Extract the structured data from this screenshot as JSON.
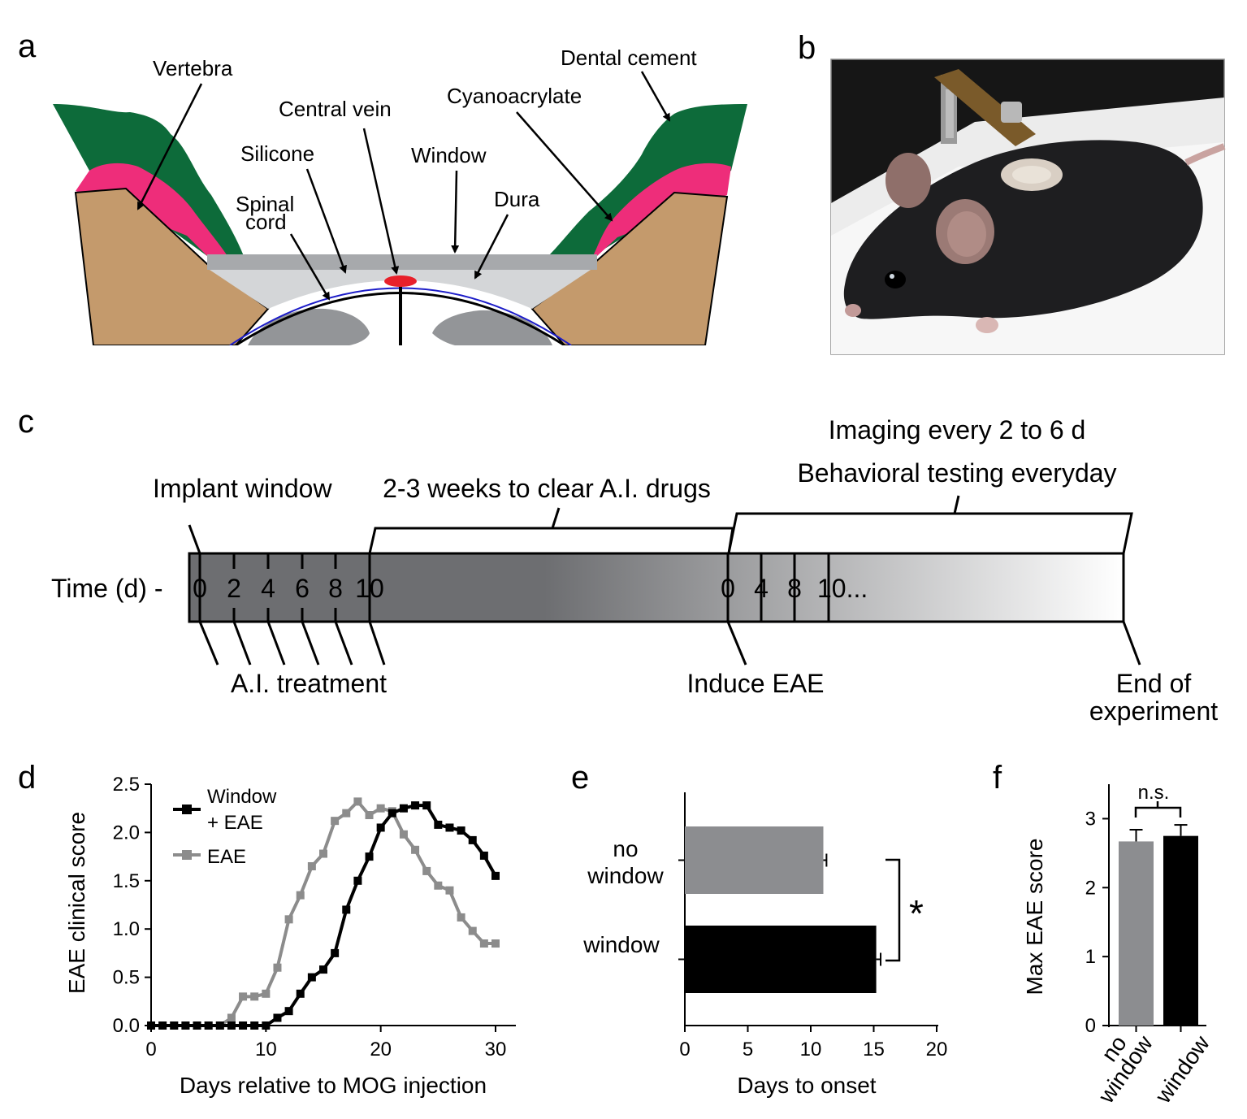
{
  "panels": {
    "a": {
      "letter": "a",
      "labels": {
        "vertebra": "Vertebra",
        "central_vein": "Central vein",
        "silicone": "Silicone",
        "window": "Window",
        "spinal_cord_1": "Spinal",
        "spinal_cord_2": "cord",
        "dura": "Dura",
        "cyanoacrylate": "Cyanoacrylate",
        "dental_cement": "Dental cement"
      },
      "colors": {
        "bone": "#c49a6c",
        "cement": "#0d6b3a",
        "glue": "#ee2d7a",
        "silicone": "#d4d6d8",
        "window": "#a7a9ac",
        "cord": "#939598",
        "dura": "#1c1cc8",
        "vein": "#e8202a"
      }
    },
    "b": {
      "letter": "b"
    },
    "c": {
      "letter": "c",
      "top_labels": {
        "implant": "Implant window",
        "clear": "2-3 weeks to clear A.I. drugs",
        "imaging": "Imaging every 2 to 6 d",
        "behavior": "Behavioral testing everyday"
      },
      "time_label": "Time (d) -",
      "ticks_first": [
        "0",
        "2",
        "4",
        "6",
        "8",
        "10"
      ],
      "ticks_second": [
        "0",
        "4",
        "8",
        "10..."
      ],
      "bottom_labels": {
        "treatment": "A.I. treatment",
        "induce": "Induce EAE",
        "end_1": "End of",
        "end_2": "experiment"
      }
    },
    "d": {
      "letter": "d"
    },
    "e": {
      "letter": "e"
    },
    "f": {
      "letter": "f"
    }
  },
  "chart_data": [
    {
      "panel": "d",
      "type": "line",
      "xlabel": "Days relative to MOG injection",
      "ylabel": "EAE clinical score",
      "xlim": [
        0,
        30
      ],
      "ylim": [
        0,
        2.5
      ],
      "xticks": [
        "0",
        "10",
        "20",
        "30"
      ],
      "yticks": [
        "0.0",
        "0.5",
        "1.0",
        "1.5",
        "2.0",
        "2.5"
      ],
      "legend_position": "top-left",
      "x": [
        0,
        1,
        2,
        3,
        4,
        5,
        6,
        7,
        8,
        9,
        10,
        11,
        12,
        13,
        14,
        15,
        16,
        17,
        18,
        19,
        20,
        21,
        22,
        23,
        24,
        25,
        26,
        27,
        28,
        29,
        30
      ],
      "series": [
        {
          "name_line1": "Window",
          "name_line2": "+ EAE",
          "color": "#000000",
          "values": [
            0,
            0,
            0,
            0,
            0,
            0,
            0,
            0,
            0,
            0,
            0,
            0.08,
            0.15,
            0.33,
            0.5,
            0.58,
            0.75,
            1.2,
            1.5,
            1.75,
            2.05,
            2.2,
            2.25,
            2.28,
            2.28,
            2.08,
            2.05,
            2.02,
            1.92,
            1.76,
            1.55
          ]
        },
        {
          "name": "EAE",
          "color": "#8c8c8c",
          "values": [
            0,
            0,
            0,
            0,
            0,
            0,
            0,
            0.08,
            0.3,
            0.3,
            0.33,
            0.6,
            1.1,
            1.35,
            1.65,
            1.78,
            2.12,
            2.2,
            2.32,
            2.18,
            2.25,
            2.22,
            1.98,
            1.82,
            1.6,
            1.45,
            1.4,
            1.12,
            0.98,
            0.85,
            0.85
          ]
        }
      ]
    },
    {
      "panel": "e",
      "type": "bar",
      "orientation": "horizontal",
      "xlabel": "Days to onset",
      "xlim": [
        0,
        20
      ],
      "xticks": [
        "0",
        "5",
        "10",
        "15",
        "20"
      ],
      "categories": [
        "no window",
        "window"
      ],
      "category_lines": [
        [
          "no",
          "window"
        ],
        [
          "window"
        ]
      ],
      "values": [
        11,
        15.2
      ],
      "errors": [
        0.25,
        0.35
      ],
      "colors": [
        "#8c8d90",
        "#000000"
      ],
      "significance": "*"
    },
    {
      "panel": "f",
      "type": "bar",
      "ylabel": "Max EAE score",
      "ylim": [
        0,
        3.5
      ],
      "yticks": [
        "0",
        "1",
        "2",
        "3"
      ],
      "categories": [
        "no window",
        "window"
      ],
      "category_lines": [
        [
          "no",
          "window"
        ],
        [
          "window"
        ]
      ],
      "values": [
        2.67,
        2.75
      ],
      "errors": [
        0.17,
        0.16
      ],
      "colors": [
        "#8c8d90",
        "#000000"
      ],
      "significance": "n.s."
    }
  ]
}
